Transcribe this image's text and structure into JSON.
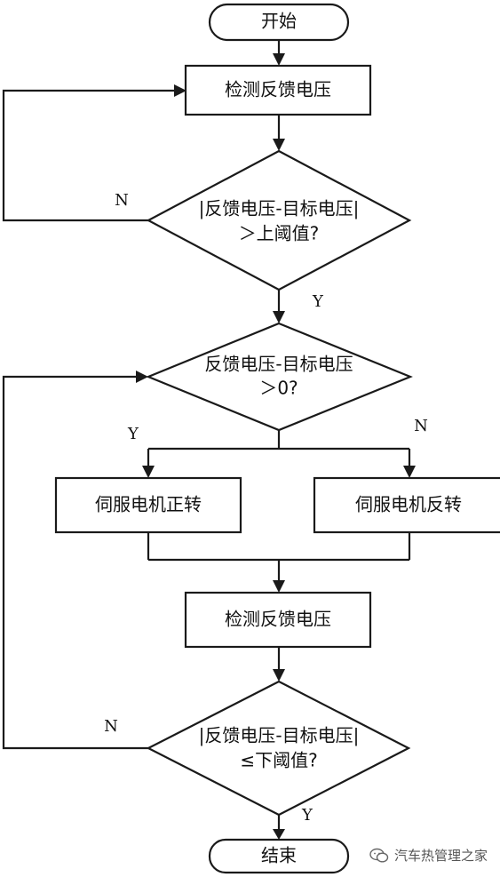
{
  "flowchart": {
    "start": "开始",
    "detect_voltage_1": "检测反馈电压",
    "decision_upper": {
      "line1": "|反馈电压-目标电压|",
      "line2": "＞上阈值?"
    },
    "decision_sign": {
      "line1": "反馈电压-目标电压",
      "line2": "＞0?"
    },
    "motor_forward": "伺服电机正转",
    "motor_reverse": "伺服电机反转",
    "detect_voltage_2": "检测反馈电压",
    "decision_lower": {
      "line1": "|反馈电压-目标电压|",
      "line2": "≤下阈值?"
    },
    "end": "结束",
    "labels": {
      "upper_no": "N",
      "upper_yes": "Y",
      "sign_yes": "Y",
      "sign_no": "N",
      "lower_no": "N",
      "lower_yes": "Y"
    }
  },
  "watermark": {
    "icon": "wechat-icon",
    "text": "汽车热管理之家"
  }
}
